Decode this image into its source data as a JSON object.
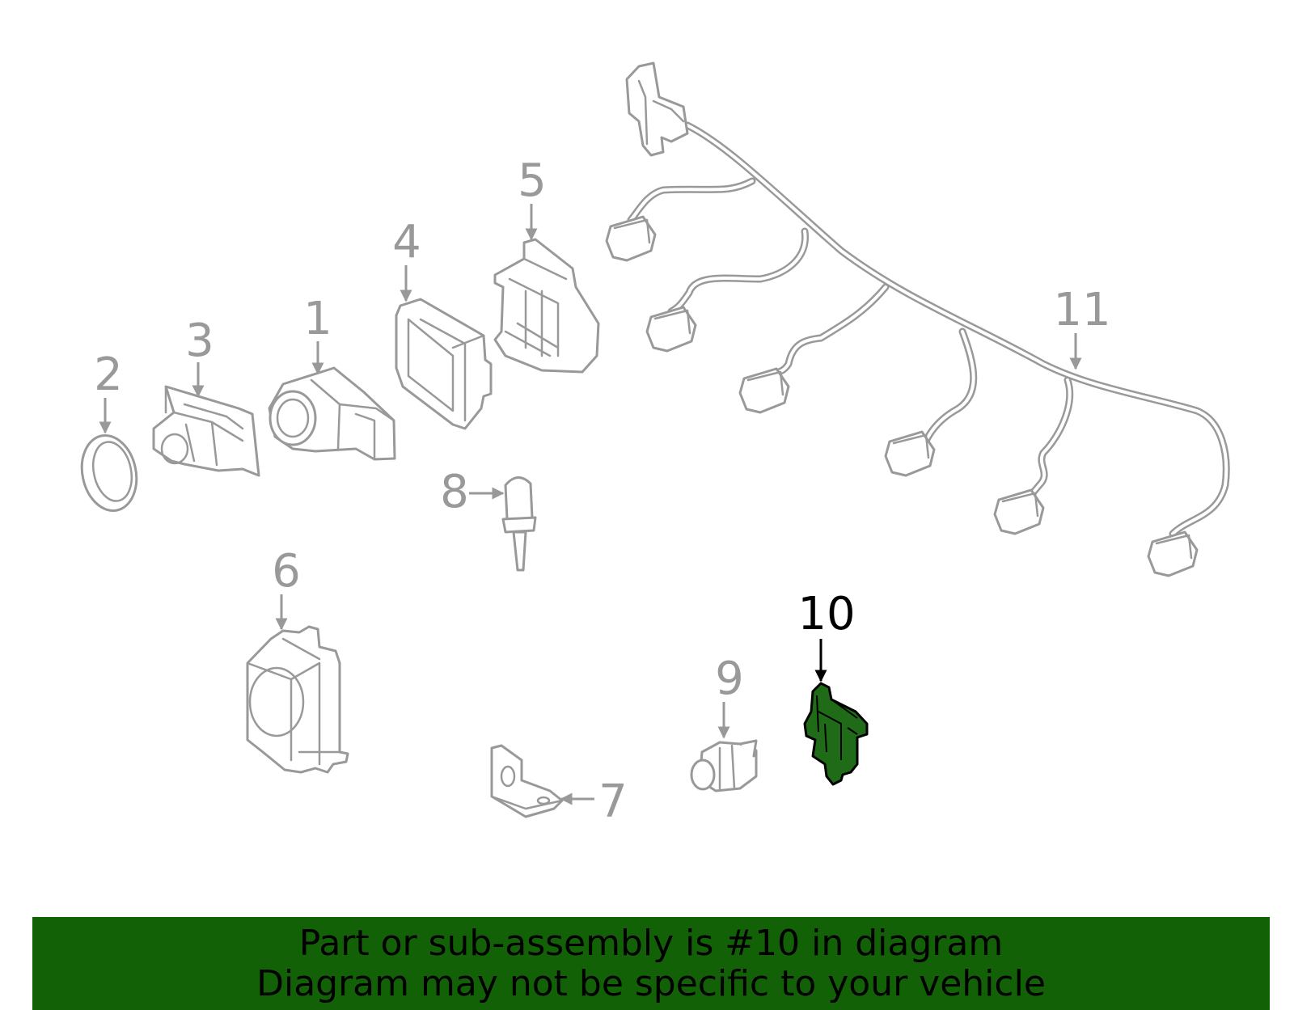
{
  "diagram": {
    "highlighted_part": "10",
    "callouts": [
      "1",
      "2",
      "3",
      "4",
      "5",
      "6",
      "7",
      "8",
      "9",
      "10",
      "11"
    ],
    "colors": {
      "part_outline": "#999999",
      "highlight_fill": "#1f6b17",
      "banner_background": "#136106"
    }
  },
  "banner": {
    "line1": "Part or sub-assembly is #10 in diagram",
    "line2": "Diagram may not be specific to your vehicle"
  }
}
